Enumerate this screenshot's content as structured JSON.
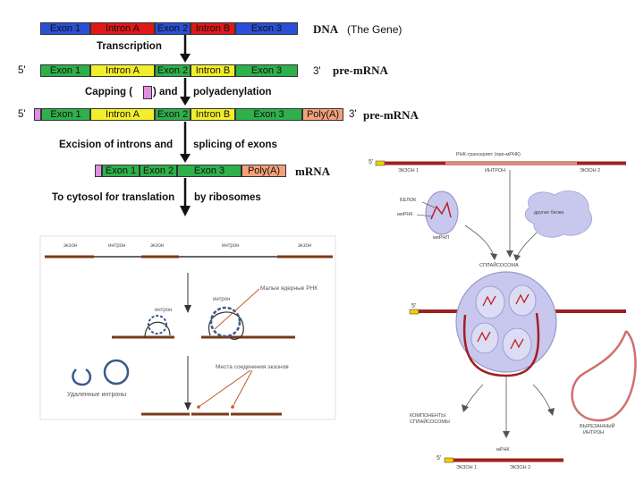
{
  "top": {
    "dna_row": {
      "exon1": "Exon 1",
      "intronA": "Intron A",
      "exon2": "Exon 2",
      "intronB": "Intron B",
      "exon3": "Exon 3",
      "title": "DNA",
      "subtitle": "(The Gene)"
    },
    "step_transcription": "Transcription",
    "premrna_row": {
      "five": "5'",
      "exon1": "Exon 1",
      "intronA": "Intron A",
      "exon2": "Exon 2",
      "intronB": "Intron B",
      "exon3": "Exon 3",
      "three": "3'",
      "title": "pre-mRNA"
    },
    "step_capping_a": "Capping (",
    "step_capping_b": ") and",
    "step_capping_c": "polyadenylation",
    "capped_row": {
      "five": "5'",
      "exon1": "Exon 1",
      "intronA": "Intron A",
      "exon2": "Exon 2",
      "intronB": "Intron B",
      "exon3": "Exon 3",
      "polya": "Poly(A)",
      "three": "3'",
      "title": "pre-mRNA"
    },
    "step_splicing_a": "Excision of introns and",
    "step_splicing_b": "splicing of exons",
    "mrna_row": {
      "exon1": "Exon 1",
      "exon2": "Exon 2",
      "exon3": "Exon 3",
      "polya": "Poly(A)",
      "title": "mRNA"
    },
    "step_cytosol_a": "To cytosol for translation",
    "step_cytosol_b": "by ribosomes"
  },
  "bottom_left": {
    "track": [
      "экзон",
      "интрон",
      "экзон",
      "интрон",
      "экзон"
    ],
    "intron_label_1": "интрон",
    "intron_label_2": "интрон",
    "snrna_label": "Малые ядерные РНК",
    "junction_label": "Места соединения экзонов",
    "removed_label": "Удаленные интроны"
  },
  "right": {
    "transcript_title": "РНК-транскрипт (пре-мРНК)",
    "five": "5'",
    "exon1": "ЭКЗОН 1",
    "intron": "ИНТРОН",
    "exon2": "ЭКЗОН 2",
    "protein": "БЕЛОК",
    "snrna": "мяРНК",
    "snrnp": "мяРНП",
    "other_proteins": "другие белки",
    "spliceosome": "СПЛАЙСОСОМА",
    "five_b": "5'",
    "components_1": "КОМПОНЕНТЫ",
    "components_2": "СПЛАЙСОСОМЫ",
    "excised_1": "ВЫРЕЗАННЫЙ",
    "excised_2": "ИНТРОН",
    "mrna": "мРНК",
    "five_c": "5'",
    "mrna_exon1": "ЭКЗОН 1",
    "mrna_exon2": "ЭКЗОН 2"
  }
}
